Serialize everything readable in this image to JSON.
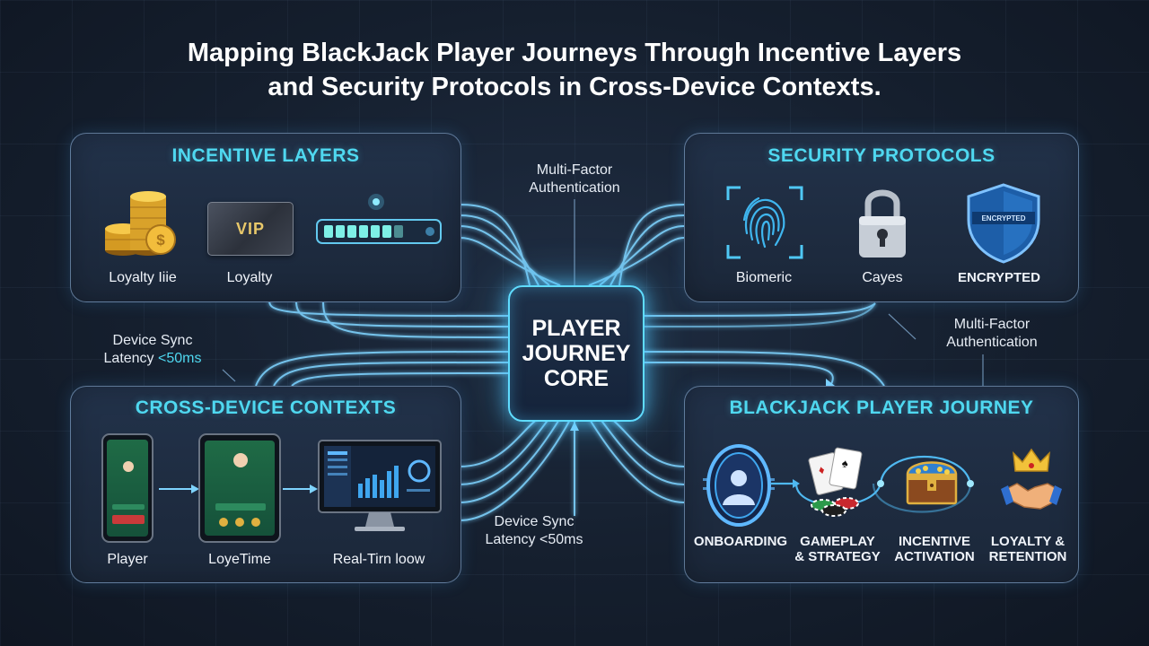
{
  "title": {
    "line1": "Mapping BlackJack Player Journeys Through Incentive Layers",
    "line2": "and Security Protocols in Cross-Device Contexts."
  },
  "core": {
    "label": "PLAYER\nJOURNEY\nCORE"
  },
  "incentive_layers": {
    "title": "INCENTIVE LAYERS",
    "items": [
      {
        "label": "Loyalty Iiie",
        "icon": "coin-stack-icon"
      },
      {
        "label": "Loyalty",
        "icon": "vip-card-icon",
        "card_text": "VIP"
      },
      {
        "label": "",
        "icon": "progress-bar-icon"
      }
    ]
  },
  "security_protocols": {
    "title": "SECURITY PROTOCOLS",
    "items": [
      {
        "label": "Biomeric",
        "icon": "fingerprint-icon"
      },
      {
        "label": "Cayes",
        "icon": "padlock-icon"
      },
      {
        "label": "ENCRYPTED",
        "icon": "shield-icon",
        "badge_text": "ENCRYPTED"
      }
    ]
  },
  "cross_device": {
    "title": "CROSS-DEVICE CONTEXTS",
    "items": [
      {
        "label": "Player",
        "icon": "smartphone-icon"
      },
      {
        "label": "LoyeTime",
        "icon": "tablet-icon"
      },
      {
        "label": "Real-Tirn loow",
        "icon": "desktop-monitor-icon"
      }
    ]
  },
  "journey": {
    "title": "BLACKJACK PLAYER JOURNEY",
    "steps": [
      {
        "label": "ONBOARDING",
        "icon": "user-portal-icon"
      },
      {
        "label": "GAMEPLAY\n& STRATEGY",
        "icon": "cards-chips-icon"
      },
      {
        "label": "INCENTIVE\nACTIVATION",
        "icon": "treasure-chest-icon"
      },
      {
        "label": "LOYALTY &\nRETENTION",
        "icon": "crown-handshake-icon"
      }
    ]
  },
  "floating_labels": {
    "mfa_top": "Multi-Factor\nAuthentication",
    "mfa_right": "Multi-Factor\nAuthentication",
    "sync_left_line1": "Device Sync",
    "sync_left_line2": "Latency ",
    "sync_left_value": "<50ms",
    "sync_bottom": "Device Sync\nLatency <50ms"
  },
  "colors": {
    "accent": "#4fd8f0",
    "glow": "#5fdcff",
    "panel_border": "#96b9e1"
  }
}
